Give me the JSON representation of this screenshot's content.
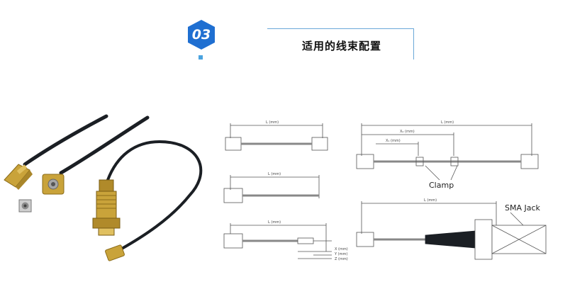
{
  "header": {
    "number": "03",
    "title": "适用的线束配置"
  },
  "diagrams": {
    "d1": {
      "dim_label": "L (mm)"
    },
    "d2": {
      "dim_label": "L (mm)"
    },
    "d3": {
      "dim_label": "L (mm)",
      "x_label": "X (mm)",
      "y_label": "Y (mm)",
      "z_label": "Z (mm)"
    },
    "d4": {
      "dim_l": "L (mm)",
      "dim_x2": "X₂ (mm)",
      "dim_x1": "X₁ (mm)",
      "callout": "Clamp"
    },
    "d5": {
      "dim_label": "L (mm)",
      "callout": "SMA Jack"
    }
  },
  "colors": {
    "accent": "#1f6fd1",
    "cable": "#1b1f24",
    "gold": "#c9a33a",
    "line": "#555555"
  }
}
